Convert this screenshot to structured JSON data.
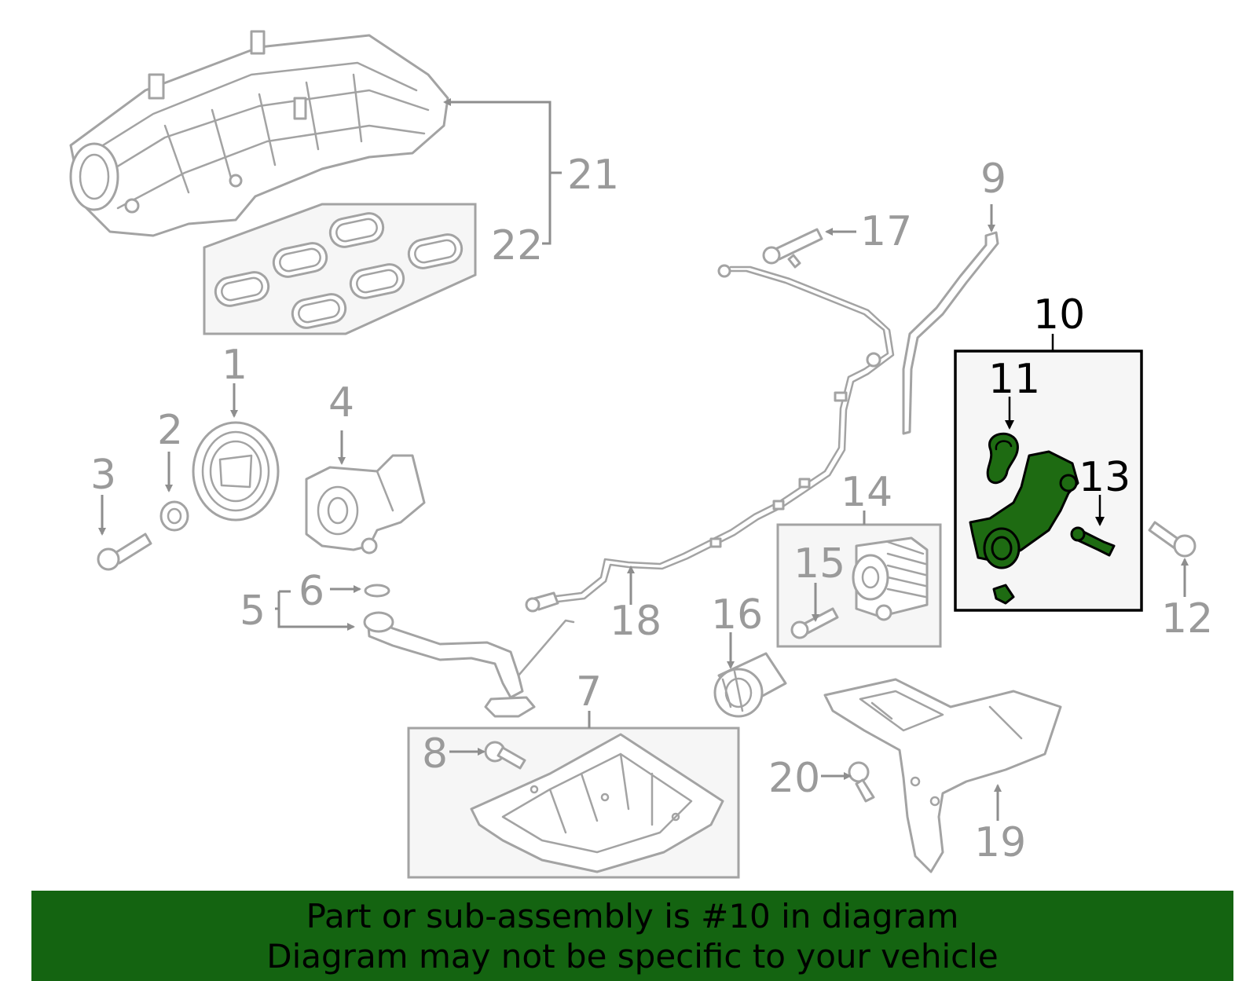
{
  "highlight_color": "#146411",
  "highlighted_callout": "10",
  "banner": {
    "line1": "Part or sub-assembly is #10 in diagram",
    "line2": "Diagram may not be specific to your vehicle"
  },
  "callouts": {
    "c1": "1",
    "c2": "2",
    "c3": "3",
    "c4": "4",
    "c5": "5",
    "c6": "6",
    "c7": "7",
    "c8": "8",
    "c9": "9",
    "c10": "10",
    "c11": "11",
    "c12": "12",
    "c13": "13",
    "c14": "14",
    "c15": "15",
    "c16": "16",
    "c17": "17",
    "c18": "18",
    "c19": "19",
    "c20": "20",
    "c21": "21",
    "c22": "22"
  }
}
